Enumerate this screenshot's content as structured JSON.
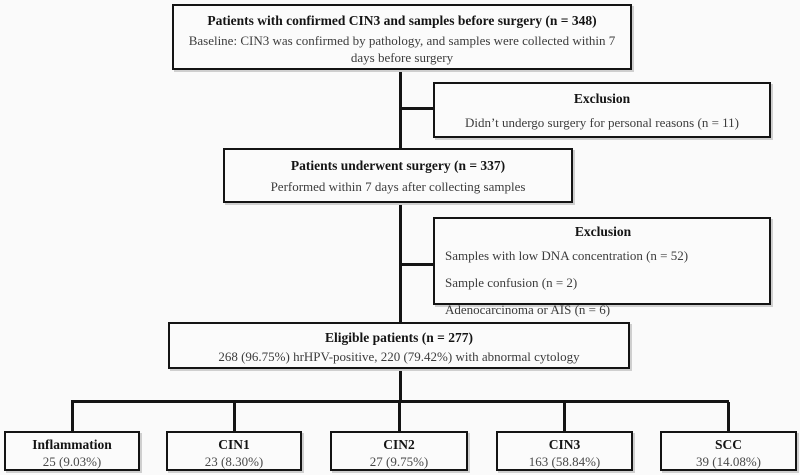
{
  "boxes": {
    "baseline": {
      "title": "Patients with confirmed CIN3 and samples before surgery (n = 348)",
      "subtitle": "Baseline: CIN3 was confirmed by pathology, and samples were collected within 7 days before surgery"
    },
    "exclusion1": {
      "title": "Exclusion",
      "lines": [
        "Didn’t undergo surgery for personal reasons (n = 11)"
      ]
    },
    "surgery": {
      "title": "Patients underwent surgery (n = 337)",
      "subtitle": "Performed within 7 days after collecting samples"
    },
    "exclusion2": {
      "title": "Exclusion",
      "lines": [
        "Samples with low DNA concentration (n = 52)",
        "Sample confusion (n = 2)",
        "Adenocarcinoma or AIS (n = 6)"
      ]
    },
    "eligible": {
      "title": "Eligible patients (n = 277)",
      "subtitle": "268 (96.75%) hrHPV-positive, 220 (79.42%) with abnormal cytology"
    },
    "outcomes": [
      {
        "label": "Inflammation",
        "value": "25 (9.03%)"
      },
      {
        "label": "CIN1",
        "value": "23 (8.30%)"
      },
      {
        "label": "CIN2",
        "value": "27 (9.75%)"
      },
      {
        "label": "CIN3",
        "value": "163 (58.84%)"
      },
      {
        "label": "SCC",
        "value": "39 (14.08%)"
      }
    ]
  },
  "colors": {
    "border": "#141414",
    "background": "#fafafa",
    "title_text": "#141414",
    "body_text": "#3c3c3c"
  }
}
